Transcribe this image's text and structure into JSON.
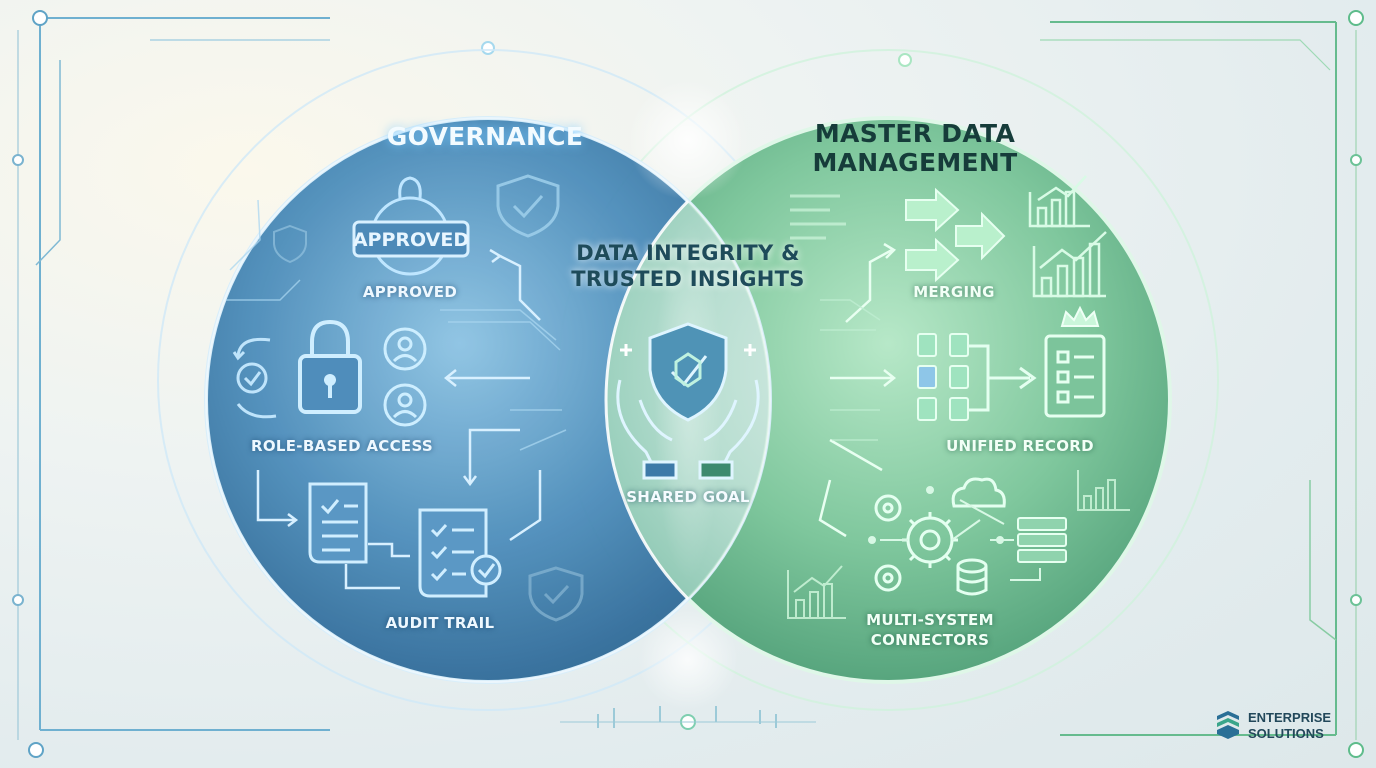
{
  "circles": {
    "governance": {
      "title": "GOVERNANCE",
      "items": [
        "APPROVED",
        "ROLE-BASED ACCESS",
        "AUDIT TRAIL"
      ],
      "stamp_text": "APPROVED"
    },
    "mdm": {
      "title": "MASTER DATA MANAGEMENT",
      "items": [
        "MERGING",
        "UNIFIED RECORD",
        "MULTI-SYSTEM CONNECTORS"
      ]
    },
    "overlap": {
      "title": "DATA INTEGRITY & TRUSTED INSIGHTS",
      "item": "SHARED GOAL"
    }
  },
  "brand": {
    "name": "ENTERPRISE SOLUTIONS",
    "icon": "brand-logo-icon"
  },
  "colors": {
    "governance_blue": "#3d7aa8",
    "mdm_green": "#5fb68a",
    "overlap_glow": "#eaf7f0",
    "accent_light_blue": "#a9dcff",
    "accent_light_green": "#b9f2cf"
  },
  "icons": [
    "approved-stamp-icon",
    "shield-check-icon",
    "padlock-icon",
    "user-icon",
    "refresh-check-icon",
    "document-icon",
    "checklist-icon",
    "merge-arrows-icon",
    "bar-chart-icon",
    "file-icon",
    "unified-record-icon",
    "crown-icon",
    "gear-icon",
    "cloud-icon",
    "database-icon",
    "server-icon",
    "shield-hands-icon"
  ]
}
